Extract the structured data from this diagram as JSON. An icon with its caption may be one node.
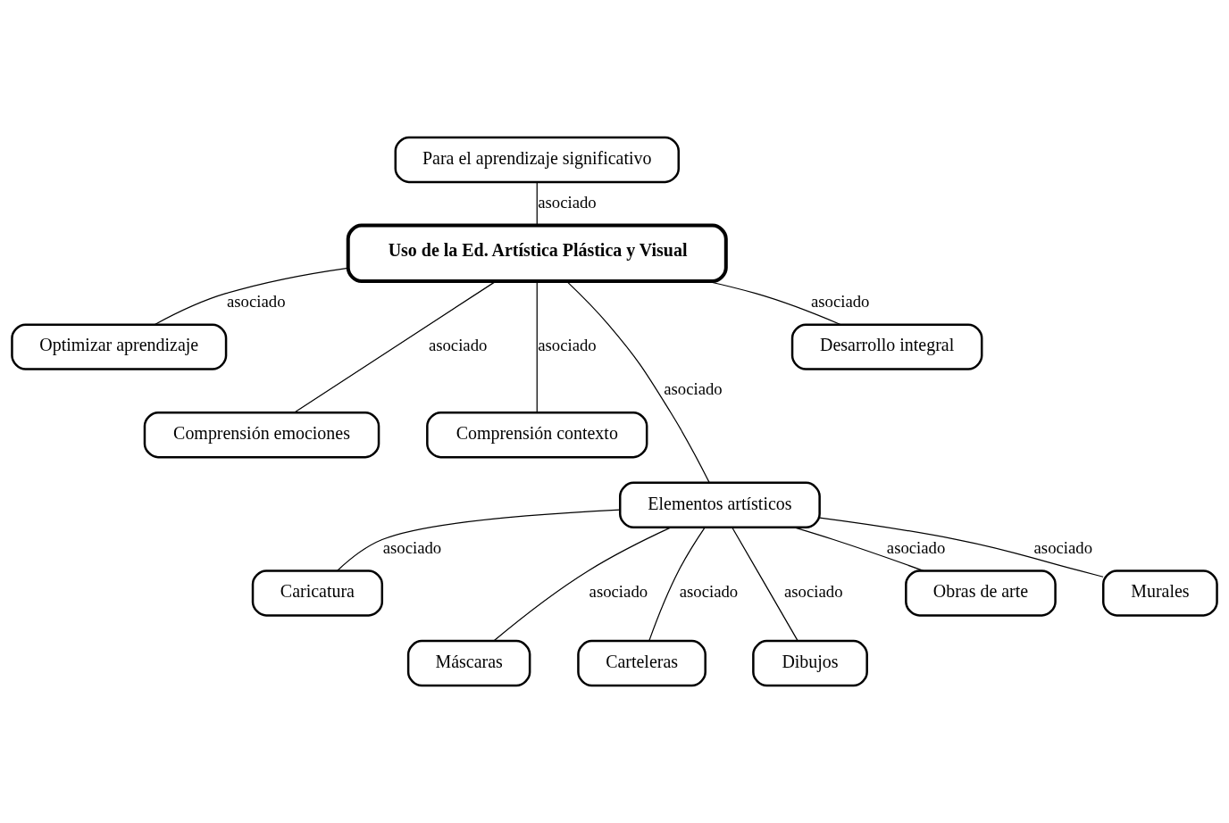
{
  "diagram": {
    "nodes": [
      {
        "text": [
          "Para el aprendizaje significativo"
        ]
      },
      {
        "text": [
          "Uso de la Ed. Artística Plástica y Visual"
        ]
      },
      {
        "text": [
          "Optimizar aprendizaje"
        ]
      },
      {
        "text": [
          "Desarrollo integral"
        ]
      },
      {
        "text": [
          "Comprensión emociones"
        ]
      },
      {
        "text": [
          "Comprensión contexto"
        ]
      },
      {
        "text": [
          "Elementos artísticos"
        ]
      },
      {
        "text": [
          "Murales"
        ]
      },
      {
        "text": [
          "Obras de arte"
        ]
      },
      {
        "text": [
          "Caricatura"
        ]
      },
      {
        "text": [
          "Máscaras"
        ]
      },
      {
        "text": [
          "Carteleras"
        ]
      },
      {
        "text": [
          "Dibujos"
        ]
      }
    ],
    "edges": [
      {
        "from": 0,
        "to": 1,
        "arrow": "none",
        "label": "asociado"
      },
      {
        "from": 1,
        "to": 2,
        "arrow": "none",
        "label": "asociado"
      },
      {
        "from": 1,
        "to": 4,
        "arrow": "none",
        "label": "asociado"
      },
      {
        "from": 1,
        "to": 5,
        "arrow": "none",
        "label": "asociado"
      },
      {
        "from": 1,
        "to": 6,
        "arrow": "none",
        "label": "asociado"
      },
      {
        "from": 1,
        "to": 3,
        "arrow": "none",
        "label": "asociado"
      },
      {
        "from": 6,
        "to": 9,
        "arrow": "none",
        "label": "asociado"
      },
      {
        "from": 6,
        "to": 10,
        "arrow": "none",
        "label": "asociado"
      },
      {
        "from": 6,
        "to": 11,
        "arrow": "none",
        "label": "asociado"
      },
      {
        "from": 6,
        "to": 12,
        "arrow": "none",
        "label": "asociado"
      },
      {
        "from": 6,
        "to": 8,
        "arrow": "none",
        "label": "asociado"
      },
      {
        "from": 6,
        "to": 7,
        "arrow": "none",
        "label": "asociado"
      }
    ]
  }
}
